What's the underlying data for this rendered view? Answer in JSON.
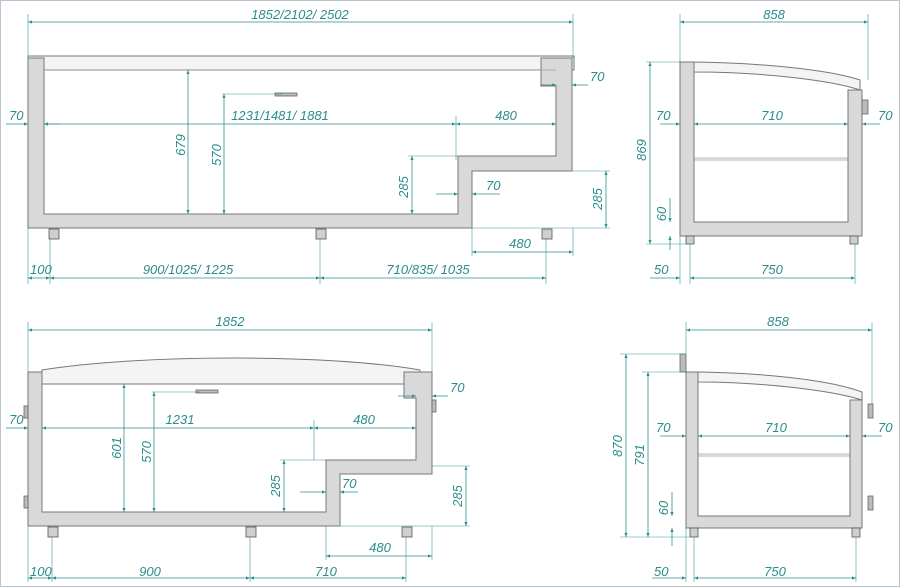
{
  "colors": {
    "dimension": "#2f8f8f",
    "outline": "#777777",
    "wall_fill": "#d9d9d9",
    "background": "#ffffff"
  },
  "top_front": {
    "total_length": "1852/2102/ 2502",
    "height_total": "679",
    "height_inner": "570",
    "rim_width": "70",
    "inner_length": "1231/1481/ 1881",
    "step_length": "480",
    "step_height": "285",
    "step_wall": "70",
    "right_wall": "70",
    "step_height_outer": "285",
    "step_base": "480",
    "left_offset": "100",
    "foot_span_1": "900/1025/ 1225",
    "foot_span_2": "710/835/ 1035"
  },
  "top_side": {
    "width": "858",
    "height": "869",
    "left_wall": "70",
    "inner": "710",
    "right_wall": "70",
    "base": "60",
    "foot_offset": "50",
    "foot_span": "750"
  },
  "bottom_front": {
    "total_length": "1852",
    "height_total": "601",
    "height_inner": "570",
    "rim_width": "70",
    "inner_length": "1231",
    "step_length": "480",
    "step_height": "285",
    "step_wall": "70",
    "right_wall": "70",
    "step_height_outer": "285",
    "step_base": "480",
    "left_offset": "100",
    "foot_span_1": "900",
    "foot_span_2": "710"
  },
  "bottom_side": {
    "width": "858",
    "height_outer": "870",
    "height_inner": "791",
    "left_wall": "70",
    "inner": "710",
    "right_wall": "70",
    "base": "60",
    "foot_offset": "50",
    "foot_span": "750"
  }
}
